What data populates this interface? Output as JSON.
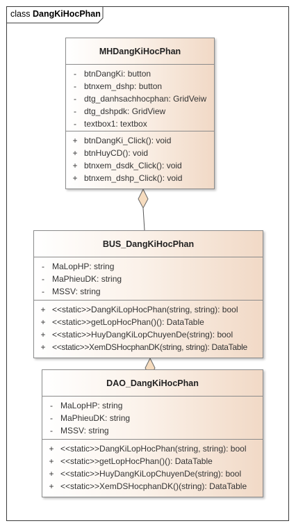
{
  "frame": {
    "keyword": "class",
    "name": "DangKiHocPhan"
  },
  "classes": {
    "mh": {
      "name": "MHDangKiHocPhan",
      "attributes": [
        {
          "vis": "-",
          "text": "btnDangKi: button"
        },
        {
          "vis": "-",
          "text": "btnxem_dshp: button"
        },
        {
          "vis": "-",
          "text": "dtg_danhsachhocphan: GridVeiw"
        },
        {
          "vis": "-",
          "text": "dtg_dshpdk: GridView"
        },
        {
          "vis": "-",
          "text": "textbox1: textbox"
        }
      ],
      "operations": [
        {
          "vis": "+",
          "text": "btnDangKi_Click(): void"
        },
        {
          "vis": "+",
          "text": "btnHuyCD(): void"
        },
        {
          "vis": "+",
          "text": "btnxem_dsdk_Click(): void"
        },
        {
          "vis": "+",
          "text": "btnxem_dshp_Click(): void"
        }
      ]
    },
    "bus": {
      "name": "BUS_DangKiHocPhan",
      "attributes": [
        {
          "vis": "-",
          "text": "MaLopHP: string"
        },
        {
          "vis": "-",
          "text": "MaPhieuDK: string"
        },
        {
          "vis": "-",
          "text": "MSSV: string"
        }
      ],
      "operations": [
        {
          "vis": "+",
          "text": "<<static>>DangKiLopHocPhan(string, string): bool"
        },
        {
          "vis": "+",
          "text": "<<static>>getLopHocPhan()(): DataTable"
        },
        {
          "vis": "+",
          "text": "<<static>>HuyDangKiLopChuyenDe(string): bool"
        },
        {
          "vis": "+",
          "text": "<<static>>XemDSHocphanDK(string, string): DataTable"
        }
      ]
    },
    "dao": {
      "name": "DAO_DangKiHocPhan",
      "attributes": [
        {
          "vis": "-",
          "text": "MaLopHP: string"
        },
        {
          "vis": "-",
          "text": "MaPhieuDK: string"
        },
        {
          "vis": "-",
          "text": "MSSV: string"
        }
      ],
      "operations": [
        {
          "vis": "+",
          "text": "<<static>>DangKiLopHocPhan(string, string): bool"
        },
        {
          "vis": "+",
          "text": "<<static>>getLopHocPhan()(): DataTable"
        },
        {
          "vis": "+",
          "text": "<<static>>HuyDangKiLopChuyenDe(string): bool"
        },
        {
          "vis": "+",
          "text": "<<static>>XemDSHocphanDK()(string): DataTable"
        }
      ]
    }
  },
  "relations": [
    {
      "type": "aggregation",
      "whole": "MHDangKiHocPhan",
      "part": "BUS_DangKiHocPhan"
    },
    {
      "type": "aggregation",
      "whole": "BUS_DangKiHocPhan",
      "part": "DAO_DangKiHocPhan"
    }
  ]
}
